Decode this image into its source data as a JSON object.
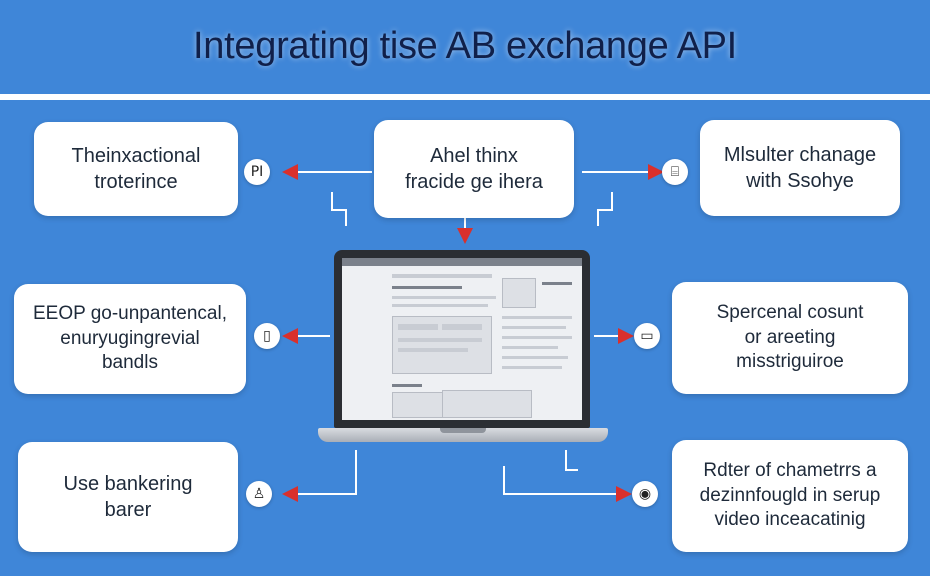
{
  "title": "Integrating tise AB exchange API",
  "colors": {
    "background": "#3f86d8",
    "arrow": "#d9302c",
    "connector": "#ffffff"
  },
  "boxes": {
    "top_left": "Theinxactional\ntroterince",
    "top_center": "Ahel thinx\nfracide ge ihera",
    "top_right": "Mlsulter chanage\nwith Ssohye",
    "mid_left": "EEOP go-unpantencal,\nenuryugingrevial\nbandls",
    "mid_right": "Spercenal cosunt\nor areeting\nmisstriguiroe",
    "bottom_left": "Use bankering\nbarer",
    "bottom_right": "Rdter of chametrrs a\ndezinnfougld in serup\nvideo inceacatinig"
  },
  "icons": {
    "top_left": {
      "name": "api-icon",
      "glyph": "PI"
    },
    "top_right": {
      "name": "tray-icon",
      "glyph": "⌸"
    },
    "mid_left": {
      "name": "device-icon",
      "glyph": "▯"
    },
    "mid_right": {
      "name": "phone-icon",
      "glyph": "▭"
    },
    "bottom_left": {
      "name": "bank-icon",
      "glyph": "♙"
    },
    "bottom_right": {
      "name": "location-icon",
      "glyph": "◉"
    }
  }
}
